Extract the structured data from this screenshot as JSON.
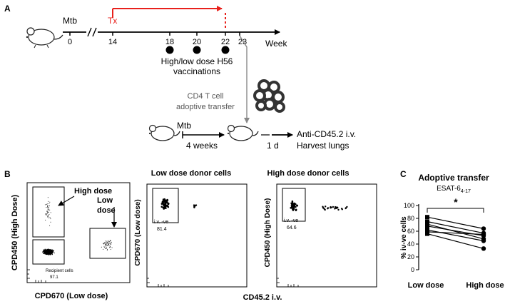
{
  "panel_a": {
    "label": "A",
    "timeline": {
      "start_label": "Mtb",
      "tick_labels": [
        "0",
        "14",
        "18",
        "20",
        "22",
        "23"
      ],
      "axis_unit": "Week",
      "treatment_label": "Tx",
      "vaccination_label_line1": "High/low dose H56",
      "vaccination_label_line2": "vaccinations"
    },
    "transfer_label_line1": "CD4 T cell",
    "transfer_label_line2": "adoptive transfer",
    "recipient_infection_label": "Mtb",
    "duration_label": "4 weeks",
    "delay_label": "1 d",
    "outcome_line1": "Anti-CD45.2 i.v.",
    "outcome_line2": "Harvest lungs",
    "colors": {
      "treatment": "#e8211c",
      "arrow": "#888888"
    }
  },
  "panel_b": {
    "label": "B",
    "plot1": {
      "y_axis_label": "CPD450 (High Dose)",
      "x_axis_label": "CPD670 (Low dose)",
      "gate_high": "High dose",
      "gate_low_line1": "Low",
      "gate_low_line2": "dose",
      "recipient_label": "Recipient cells",
      "recipient_value": "97.1"
    },
    "plot2": {
      "title": "Low dose donor cells",
      "y_axis_label": "CPD670 (Low dose)",
      "gate_label": "i.v. -ve",
      "gate_value": "81.4"
    },
    "plot3": {
      "title": "High dose donor cells",
      "y_axis_label": "CPD450 (High Dose)",
      "gate_label": "i.v. -ve",
      "gate_value": "64.6"
    },
    "shared_x_axis_label": "CD45.2 i.v."
  },
  "panel_c": {
    "label": "C",
    "title": "Adoptive transfer",
    "subtitle_main": "ESAT-6",
    "subtitle_sub": "4-17",
    "significance": "*",
    "chart_data": {
      "type": "line",
      "title": "Adoptive transfer",
      "ylabel": "% iv-ve cells",
      "categories": [
        "Low dose",
        "High dose"
      ],
      "ylim": [
        0,
        100
      ],
      "yticks": [
        0,
        20,
        40,
        60,
        80,
        100
      ],
      "pairs": [
        [
          82,
          64
        ],
        [
          75,
          57
        ],
        [
          71,
          48
        ],
        [
          68,
          53
        ],
        [
          62,
          45
        ],
        [
          59,
          55
        ],
        [
          56,
          33
        ]
      ]
    }
  }
}
